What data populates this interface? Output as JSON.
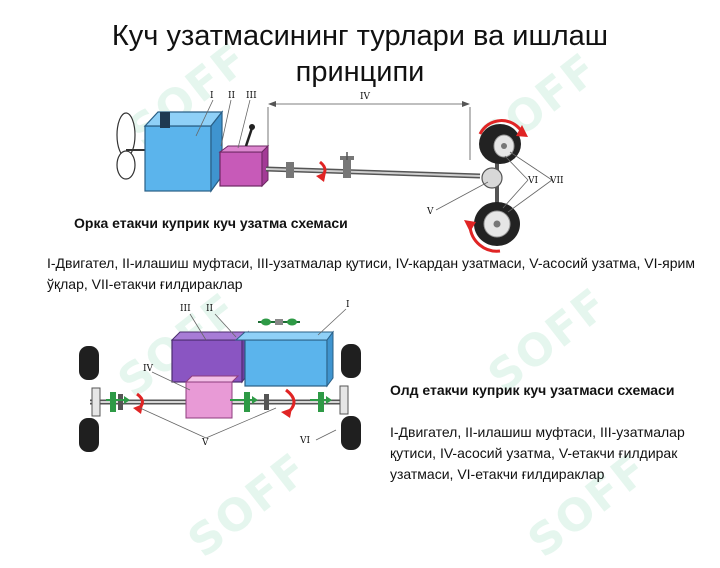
{
  "slide": {
    "title": "Куч узатмасининг турлари ва ишлаш принципи",
    "watermark_text": "SOFF"
  },
  "rear_drive": {
    "caption": "Орка етакчи куприк куч узатма схемаси",
    "legend": "I-Двигател, II-илашиш муфтаси,  III-узатмалар қутиси,    IV-кардан узатмаси, V-асосий узатма, VI-ярим ўқлар, VII-етакчи ғилдираклар",
    "labels": {
      "I": "I",
      "II": "II",
      "III": "III",
      "IV": "IV",
      "V": "V",
      "VI": "VI",
      "VII": "VII"
    }
  },
  "front_drive": {
    "caption": "Олд етакчи куприк куч узатмаси схемаси",
    "legend": "I-Двигател, II-илашиш муфтаси,  III-узатмалар қутиси,    IV-асосий узатма, V-етакчи ғилдирак узатмаси, VI-етакчи ғилдираклар",
    "labels": {
      "I": "I",
      "II": "II",
      "III": "III",
      "IV": "IV",
      "V": "V",
      "VI": "VI"
    }
  },
  "colors": {
    "engine": "#5bb4ec",
    "clutch": "#c75ab8",
    "gearbox": "#c044b4",
    "gearbox_front": "#8a55c2",
    "final_drive_front": "#e89ad6",
    "arrow": "#e02424",
    "hub": "#2e9a46",
    "watermark": "#a6e0c4"
  }
}
